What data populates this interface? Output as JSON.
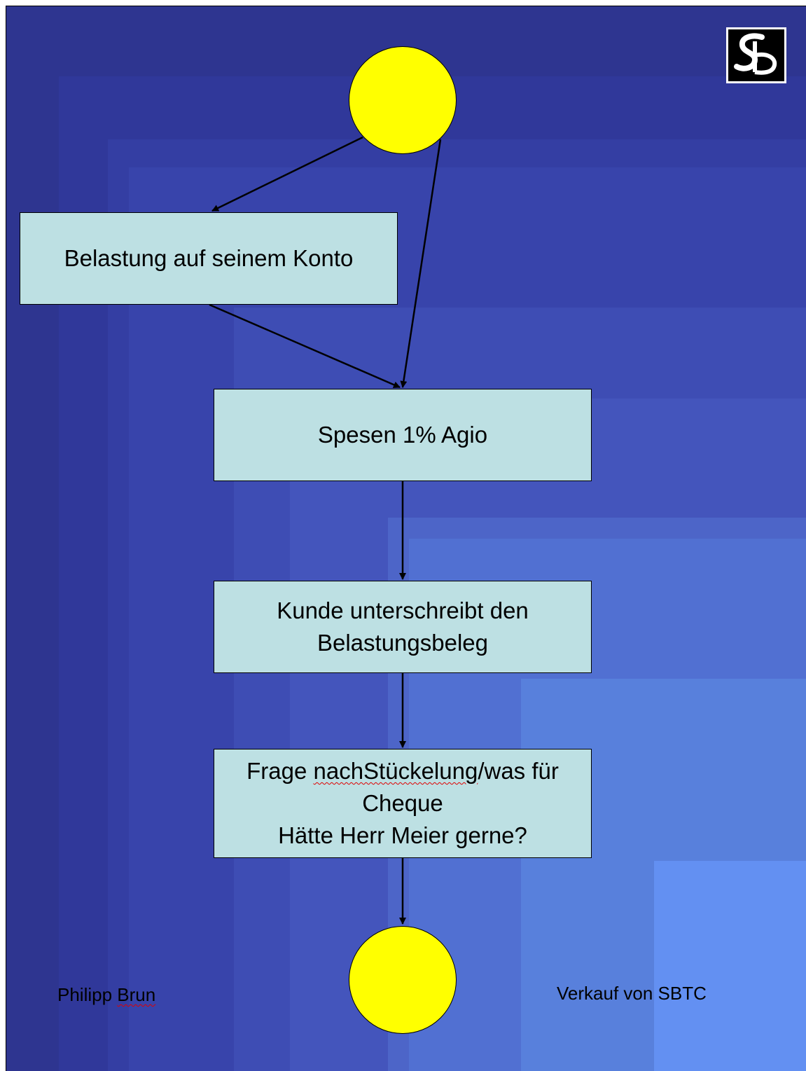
{
  "slide": {
    "logo_text": "SB",
    "colors": {
      "background": "#2e3590",
      "box_fill": "#bde0e3",
      "node_fill": "#ffff00",
      "spellcheck_underline": "#e00000"
    }
  },
  "diagram": {
    "box_konto": "Belastung auf seinem Konto",
    "box_spesen": "Spesen 1% Agio",
    "box_kunde": {
      "line1": "Kunde unterschreibt den",
      "line2": "Belastungsbeleg"
    },
    "box_frage": {
      "line1_a": "Frage ",
      "line1_b": "nachStückelung",
      "line1_c": "/was für",
      "line2": "Cheque",
      "line3": "Hätte Herr Meier gerne?"
    }
  },
  "footer": {
    "author_first": "Philipp ",
    "author_last": "Brun",
    "title": "Verkauf von SBTC"
  }
}
